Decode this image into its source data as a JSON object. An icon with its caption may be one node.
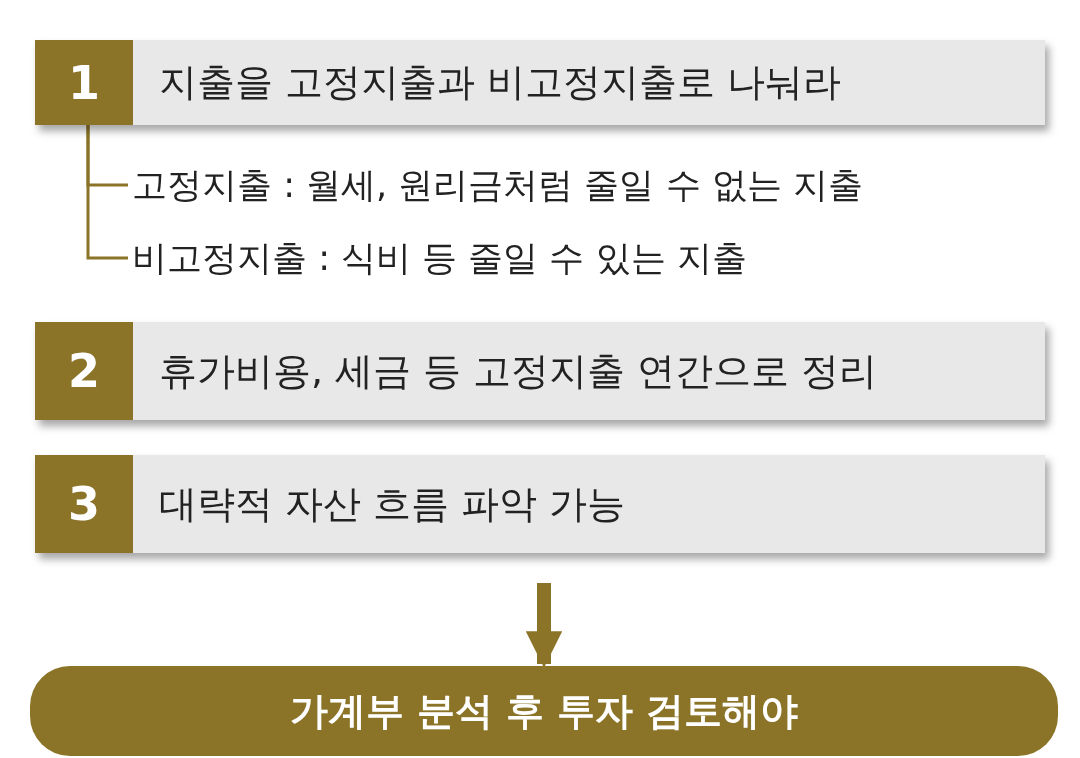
{
  "diagram": {
    "nodes": [
      {
        "text": [
          "1",
          "지출을 고정지출과 비고정지출로 나눠라"
        ]
      },
      {
        "text": [
          "고정지출 : 월세, 원리금처럼 줄일 수 없는 지출"
        ]
      },
      {
        "text": [
          "비고정지출 : 식비 등 줄일 수 있는 지출"
        ]
      },
      {
        "text": [
          "2",
          "휴가비용, 세금 등 고정지출 연간으로 정리"
        ]
      },
      {
        "text": [
          "3",
          "대략적 자산 흐름 파악 가능"
        ]
      },
      {
        "text": [
          "가계부 분석 후 투자 검토해야"
        ]
      }
    ],
    "edges": [
      {
        "from": 0,
        "to": 1,
        "arrow": "none"
      },
      {
        "from": 0,
        "to": 2,
        "arrow": "none"
      },
      {
        "from": 4,
        "to": 5,
        "arrow": "to",
        "style": "thick"
      }
    ]
  }
}
